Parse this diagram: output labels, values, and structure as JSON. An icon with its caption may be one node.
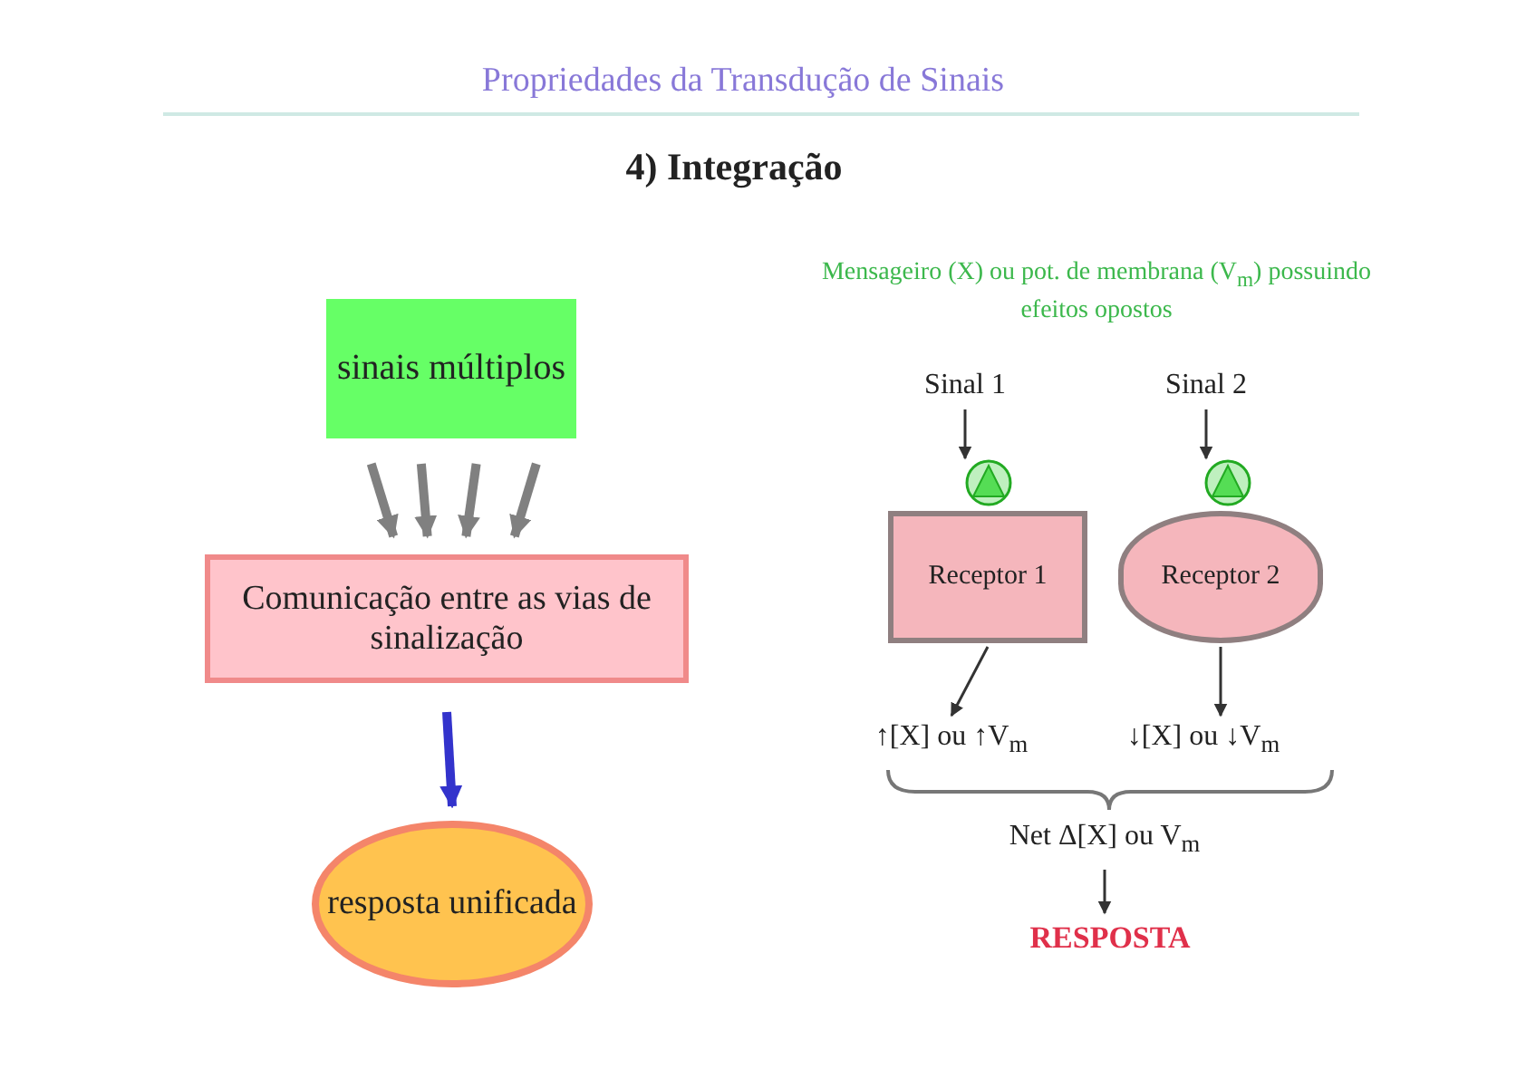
{
  "diagram": {
    "title": "Propriedades da Transdução de Sinais",
    "caption": "4) Integração",
    "nodes": [
      {
        "text": [
          "sinais múltiplos"
        ]
      },
      {
        "text": [
          "Comunicação entre as vias de sinalização"
        ]
      },
      {
        "text": [
          "resposta unificada"
        ]
      },
      {
        "text": [
          "Sinal 1"
        ]
      },
      {
        "text": [
          "Sinal 2"
        ]
      },
      {
        "text": [],
        "shape": "circle"
      },
      {
        "text": [],
        "shape": "circle"
      },
      {
        "text": [
          "Receptor 1"
        ]
      },
      {
        "text": [
          "Receptor 2"
        ]
      },
      {
        "text": [
          "↑[X] ou ↑V$_{m}$"
        ]
      },
      {
        "text": [
          "↓[X] ou ↓V$_{m}$"
        ]
      },
      {
        "text": [
          "Net Δ[X] ou V$_{m}$"
        ]
      },
      {
        "text": [
          "RESPOSTA"
        ]
      }
    ],
    "edges": [
      {
        "from": 0,
        "to": 1,
        "arrow": "to",
        "style": "thick",
        "color": "#808080"
      },
      {
        "from": 0,
        "to": 1,
        "arrow": "to",
        "style": "thick",
        "color": "#808080"
      },
      {
        "from": 0,
        "to": 1,
        "arrow": "to",
        "style": "thick",
        "color": "#808080"
      },
      {
        "from": 0,
        "to": 1,
        "arrow": "to",
        "style": "thick",
        "color": "#808080"
      },
      {
        "from": 1,
        "to": 2,
        "arrow": "to",
        "style": "thick",
        "color": "#3333cc"
      },
      {
        "from": 3,
        "to": 5,
        "arrow": "to"
      },
      {
        "from": 4,
        "to": 6,
        "arrow": "to"
      },
      {
        "from": 7,
        "to": 9,
        "arrow": "to"
      },
      {
        "from": 8,
        "to": 10,
        "arrow": "to"
      },
      {
        "from": 11,
        "to": 12,
        "arrow": "to"
      }
    ],
    "labels": [
      "Mensageiro (X) ou pot. de membrana (V$_{m}$) possuindo efeitos opostos"
    ]
  }
}
